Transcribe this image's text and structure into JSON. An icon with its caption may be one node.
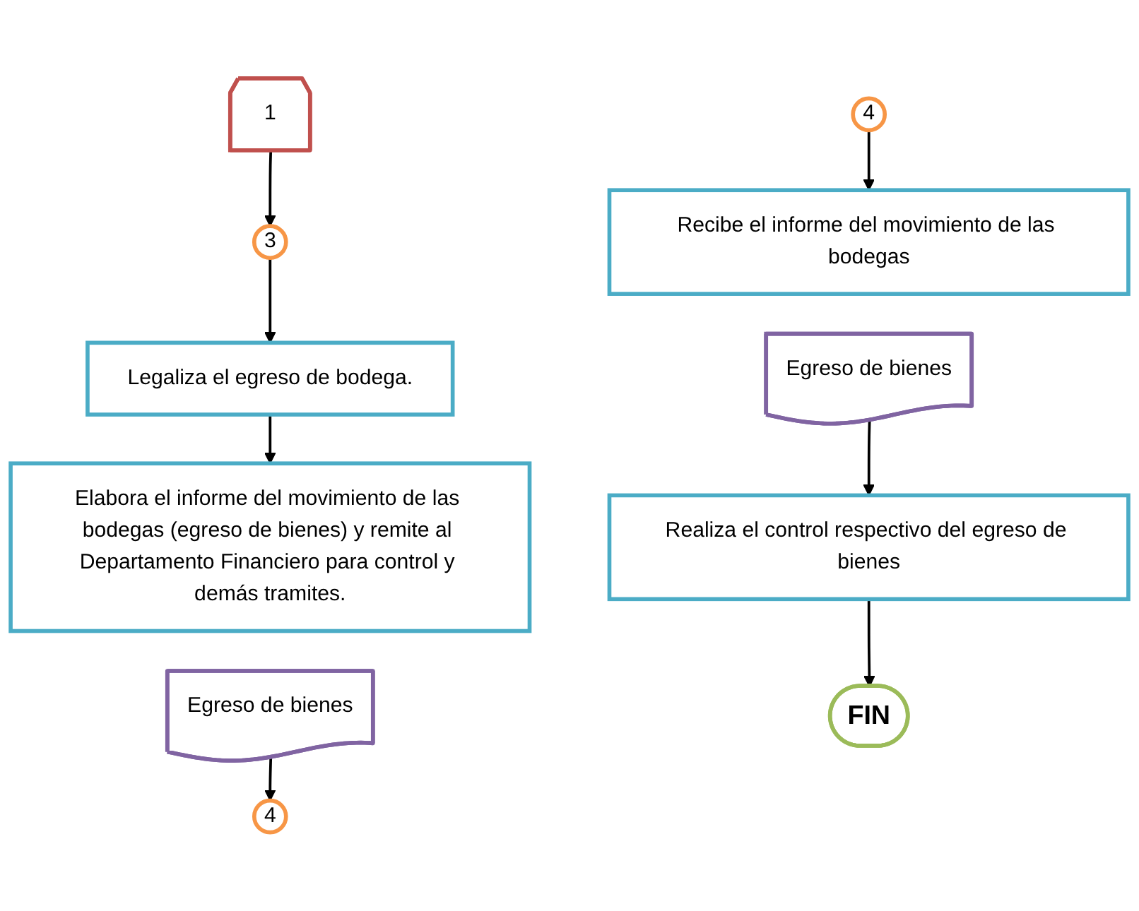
{
  "diagram": {
    "nodes": [
      {
        "text": [
          "1"
        ]
      },
      {
        "text": [
          "3"
        ]
      },
      {
        "text": [
          "Legaliza el egreso de bodega."
        ]
      },
      {
        "text": [
          "Elabora el informe del movimiento de las bodegas (egreso de bienes) y remite al Departamento Financiero para control y demás tramites."
        ]
      },
      {
        "text": [
          "Egreso de bienes"
        ]
      },
      {
        "text": [
          "4"
        ]
      },
      {
        "text": [
          "4"
        ]
      },
      {
        "text": [
          "Recibe el informe del movimiento de las bodegas"
        ]
      },
      {
        "text": [
          "Egreso de bienes"
        ]
      },
      {
        "text": [
          "Realiza el control respectivo del egreso de bienes"
        ]
      },
      {
        "text": [
          "FIN"
        ]
      }
    ],
    "edges": [
      {
        "from": 0,
        "to": 1,
        "arrow": "to"
      },
      {
        "from": 1,
        "to": 2,
        "arrow": "to"
      },
      {
        "from": 2,
        "to": 3,
        "arrow": "to"
      },
      {
        "from": 4,
        "to": 5,
        "arrow": "to"
      },
      {
        "from": 6,
        "to": 7,
        "arrow": "to"
      },
      {
        "from": 8,
        "to": 9,
        "arrow": "to"
      },
      {
        "from": 9,
        "to": 10,
        "arrow": "to"
      }
    ]
  }
}
